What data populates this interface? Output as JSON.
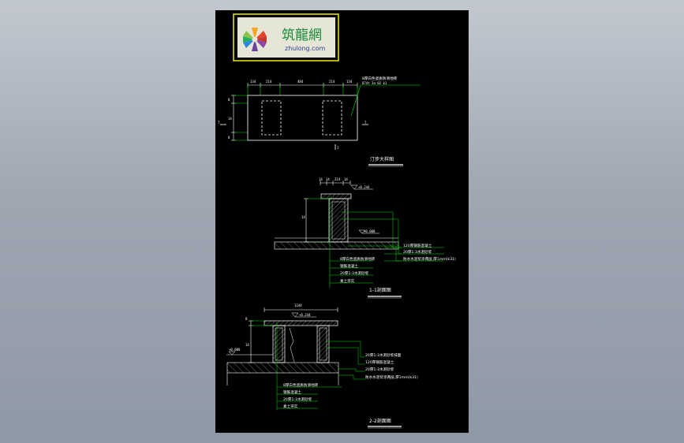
{
  "logo": {
    "brand_cn": "筑龍網",
    "brand_url": "zhulong.com"
  },
  "plan": {
    "top_dims": [
      "134",
      "214",
      "484",
      "214",
      "134"
    ],
    "left_dims": [
      "8",
      "14",
      "8"
    ],
    "section_marks": [
      "7",
      "7",
      "1"
    ],
    "note_line1": "8厚白色瓷质防滑地砖",
    "note_line2": "874t 3a 02 k1",
    "title": "汀步大样图"
  },
  "section1": {
    "top_dims": [
      "14",
      "14",
      "214",
      "14"
    ],
    "elev_top": "+0.244",
    "elev_water": "+0.000",
    "left_dim": "14",
    "right_notes": [
      "120厚钢筋混凝土",
      "20厚1:3水泥砂浆",
      "防水水泥浆涂两层,厚1mm(k31)"
    ],
    "bottom_notes": [
      "8厚白色瓷质防滑地砖",
      "钢筋混凝土",
      "20厚1:3水泥砂浆",
      "素土夯实"
    ],
    "title": "1-1剖面图"
  },
  "section2": {
    "top_dim": "1244",
    "elev_top": "+0.244",
    "elev_water": "+0.000",
    "left_dims": [
      "8",
      "14"
    ],
    "right_notes": [
      "20厚1:3水泥砂浆抹面",
      "120厚钢筋混凝土",
      "20厚1:3水泥砂浆",
      "防水水泥浆涂两层,厚1mm(k31)"
    ],
    "bottom_notes": [
      "8厚白色瓷质防滑地砖",
      "钢筋混凝土",
      "20厚1:3水泥砂浆",
      "素土夯实"
    ],
    "title": "2-2剖面图"
  },
  "colors": {
    "background_top": "#c3c8d0",
    "background_bottom": "#8f98a5",
    "sheet": "#000000",
    "line_white": "#ffffff",
    "leader_green": "#00e000",
    "logo_frame_yellow": "#ffff00",
    "logo_bg": "#e6e6d6"
  }
}
